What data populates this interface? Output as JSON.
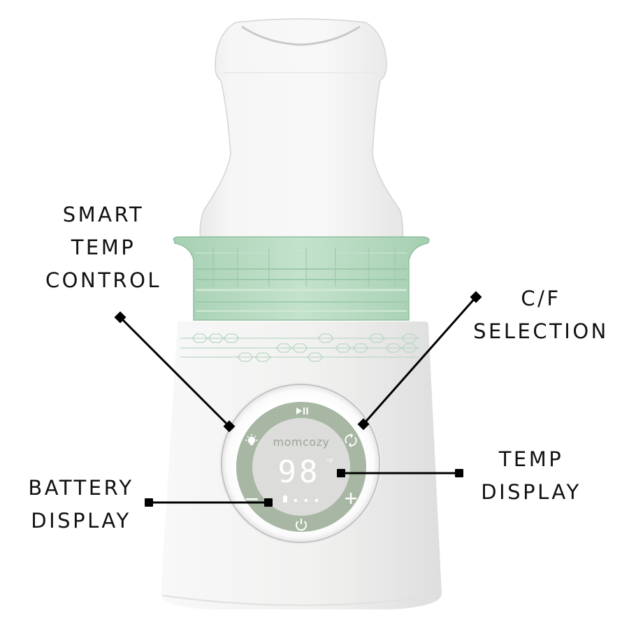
{
  "product": {
    "brand_logo_text": "momcozy",
    "display": {
      "temperature_value": "98",
      "temperature_unit": "°F",
      "battery_dots": 3
    },
    "buttons": {
      "top": "play-pause",
      "upper_left": "light",
      "upper_right": "c-f-toggle",
      "lower_left": "minus",
      "lower_right": "plus",
      "bottom": "power"
    }
  },
  "callouts": [
    {
      "id": "smart-temp-control",
      "lines": [
        "SMART",
        "TEMP",
        "CONTROL"
      ]
    },
    {
      "id": "c-f-selection",
      "lines": [
        "C/F",
        "SELECTION"
      ]
    },
    {
      "id": "temp-display",
      "lines": [
        "TEMP",
        "DISPLAY"
      ]
    },
    {
      "id": "battery-display",
      "lines": [
        "BATTERY",
        "DISPLAY"
      ]
    }
  ],
  "colors": {
    "collar_green": "#a9d3b5",
    "panel_green": "#a7b7a3",
    "display_bg": "#dcdcda",
    "body_white": "#f3f3f2",
    "leader_line": "#000000",
    "label_text": "#111111"
  }
}
